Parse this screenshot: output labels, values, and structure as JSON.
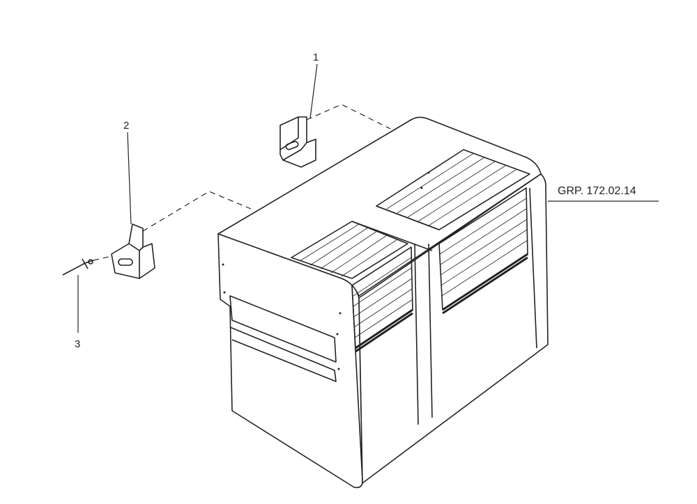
{
  "callouts": [
    {
      "number": "1",
      "part": "bracket"
    },
    {
      "number": "2",
      "part": "bracket"
    },
    {
      "number": "3",
      "part": "rivet"
    }
  ],
  "group_label": "GRP. 172.02.14"
}
